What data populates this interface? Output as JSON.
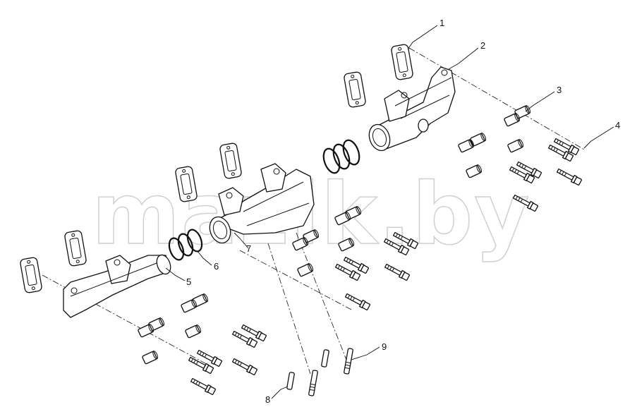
{
  "watermark": {
    "text": "mazik.by"
  },
  "callouts": [
    {
      "id": "1",
      "label": "1"
    },
    {
      "id": "2",
      "label": "2"
    },
    {
      "id": "3",
      "label": "3"
    },
    {
      "id": "4",
      "label": "4"
    },
    {
      "id": "5",
      "label": "5"
    },
    {
      "id": "6",
      "label": "6"
    },
    {
      "id": "7",
      "label": "7"
    },
    {
      "id": "8",
      "label": "8"
    },
    {
      "id": "9",
      "label": "9"
    }
  ]
}
